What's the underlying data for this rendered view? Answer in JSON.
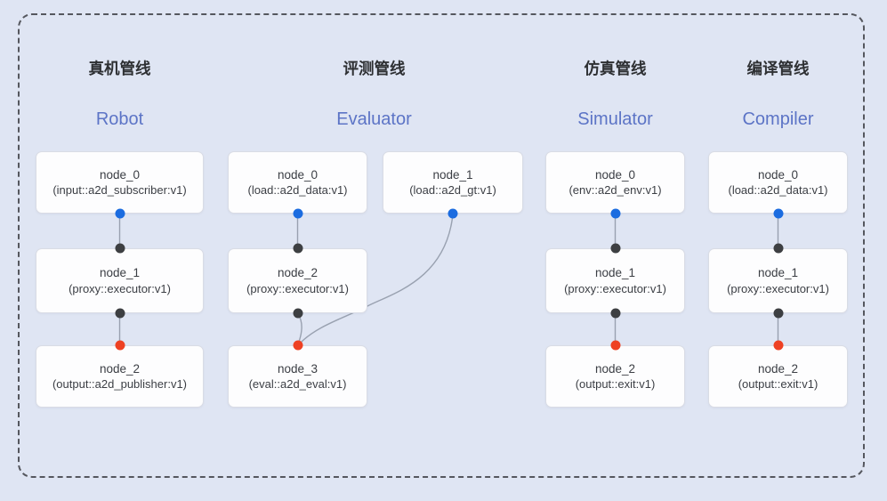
{
  "diagram": {
    "pipelines": [
      {
        "title_zh": "真机管线",
        "title_en": "Robot",
        "nodes": [
          {
            "name": "node_0",
            "type": "(input::a2d_subscriber:v1)"
          },
          {
            "name": "node_1",
            "type": "(proxy::executor:v1)"
          },
          {
            "name": "node_2",
            "type": "(output::a2d_publisher:v1)"
          }
        ]
      },
      {
        "title_zh": "评测管线",
        "title_en": "Evaluator",
        "nodes": [
          {
            "name": "node_0",
            "type": "(load::a2d_data:v1)"
          },
          {
            "name": "node_1",
            "type": "(load::a2d_gt:v1)"
          },
          {
            "name": "node_2",
            "type": "(proxy::executor:v1)"
          },
          {
            "name": "node_3",
            "type": "(eval::a2d_eval:v1)"
          }
        ]
      },
      {
        "title_zh": "仿真管线",
        "title_en": "Simulator",
        "nodes": [
          {
            "name": "node_0",
            "type": "(env::a2d_env:v1)"
          },
          {
            "name": "node_1",
            "type": "(proxy::executor:v1)"
          },
          {
            "name": "node_2",
            "type": "(output::exit:v1)"
          }
        ]
      },
      {
        "title_zh": "编译管线",
        "title_en": "Compiler",
        "nodes": [
          {
            "name": "node_0",
            "type": "(load::a2d_data:v1)"
          },
          {
            "name": "node_1",
            "type": "(proxy::executor:v1)"
          },
          {
            "name": "node_2",
            "type": "(output::exit:v1)"
          }
        ]
      }
    ],
    "colors": {
      "background": "#dfe5f3",
      "frame_dash": "#55575e",
      "box_background": "#fdfdfe",
      "box_border": "#d9dce5",
      "edge": "#99a1b0",
      "port_output_blue": "#1b6ce0",
      "port_proxy_dark": "#3d3f42",
      "port_input_red": "#ee4123",
      "title_en_blue": "#5c74c6",
      "title_zh_dark": "#2e3033"
    }
  }
}
